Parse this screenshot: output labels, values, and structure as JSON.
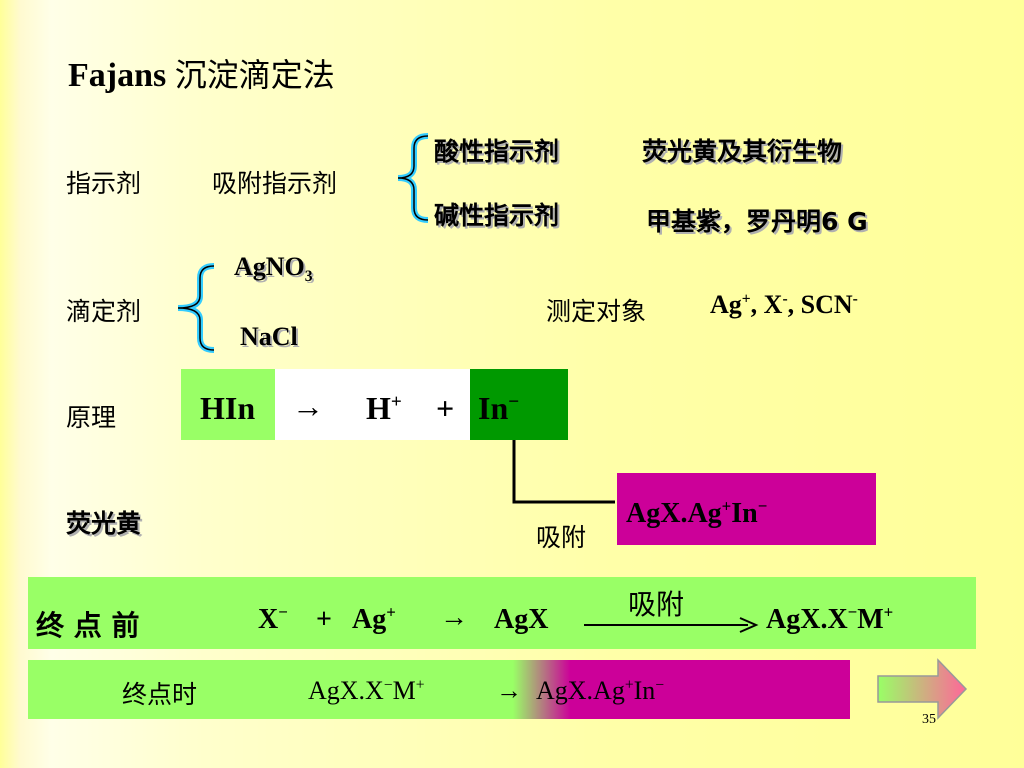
{
  "title": {
    "latin": "Fajans",
    "cjk": "沉淀滴定法"
  },
  "indicator": {
    "label": "指示剂",
    "type": "吸附指示剂",
    "acid": "酸性指示剂",
    "acid_examples": "荧光黄及其衍生物",
    "base": "碱性指示剂",
    "base_examples": "甲基紫，罗丹明6 G"
  },
  "titrant": {
    "label": "滴定剂",
    "options": [
      "AgNO",
      "NaCl"
    ],
    "agno3_sub": "3",
    "target_label": "测定对象",
    "targets": {
      "ag": "Ag",
      "ag_sup": "+",
      "sep1": ",  ",
      "x": "X",
      "x_sup": "-",
      "sep2": ", ",
      "scn": "SCN",
      "scn_sup": "-"
    }
  },
  "principle": {
    "label": "原理",
    "hin": "HIn",
    "arrow": "→",
    "h": "H",
    "h_sup": "+",
    "plus": "+",
    "in": "In",
    "in_sup": "−"
  },
  "fluorescein": {
    "label": "荧光黄",
    "adsorb_label": "吸附",
    "complex_a": "AgX.Ag",
    "complex_sup1": "+",
    "complex_b": "In",
    "complex_sup2": "−"
  },
  "before_endpoint": {
    "label": "终 点 前",
    "x": "X",
    "x_sup": "−",
    "plus": "+",
    "ag": "Ag",
    "ag_sup": "+",
    "arrow": "→",
    "agx": "AgX",
    "adsorb": "吸附",
    "product_a": "AgX.X",
    "product_sup1": "−",
    "product_b": "M",
    "product_sup2": "+"
  },
  "at_endpoint": {
    "label": "终点时",
    "left_a": "AgX.X",
    "left_sup1": "−",
    "left_b": "M",
    "left_sup2": "+",
    "arrow": "→",
    "right_a": "AgX.Ag",
    "right_sup1": "+",
    "right_b": "In",
    "right_sup2": "−"
  },
  "page_number": "35",
  "colors": {
    "bg": "#ffff99",
    "green_box": "#99ff66",
    "dark_green": "#009900",
    "magenta": "#cc0099",
    "brace": "#33ccff"
  }
}
